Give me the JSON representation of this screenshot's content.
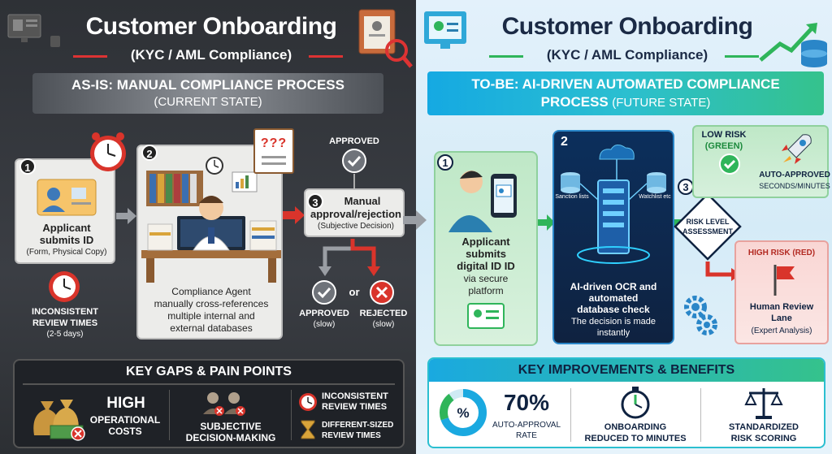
{
  "left": {
    "title": "Customer Onboarding",
    "subtitle": "(KYC / AML Compliance)",
    "banner_title": "AS-IS: MANUAL COMPLIANCE PROCESS",
    "banner_sub": "(CURRENT STATE)",
    "step1": {
      "num": "1",
      "title_1": "Applicant",
      "title_2": "submits ID",
      "detail": "(Form, Physical Copy)"
    },
    "clock_note": {
      "line1": "INCONSISTENT",
      "line2": "REVIEW TIMES",
      "line3": "(2-5 days)"
    },
    "step2": {
      "num": "2",
      "line1": "Compliance Agent",
      "line2": "manually cross-references",
      "line3": "multiple internal and",
      "line4": "external databases",
      "question_marks": "???"
    },
    "step3": {
      "num": "3",
      "line1": "Manual",
      "line2": "approval/rejection",
      "line3": "(Subjective Decision)"
    },
    "approved_top": "APPROVED",
    "outcome_ok": {
      "label": "APPROVED",
      "detail": "(slow)"
    },
    "or_text": "or",
    "outcome_no": {
      "label": "REJECTED",
      "detail": "(slow)"
    },
    "gaps": {
      "title": "KEY GAPS & PAIN POINTS",
      "g1_big": "HIGH",
      "g1_l1": "OPERATIONAL",
      "g1_l2": "COSTS",
      "g2_l1": "SUBJECTIVE",
      "g2_l2": "DECISION-MAKING",
      "g3a_l1": "INCONSISTENT",
      "g3a_l2": "REVIEW TIMES",
      "g3b_l1": "DIFFERENT-SIZED",
      "g3b_l2": "REVIEW TIMES"
    }
  },
  "right": {
    "title": "Customer Onboarding",
    "subtitle": "(KYC / AML Compliance)",
    "banner_title_1": "TO-BE: AI-DRIVEN AUTOMATED COMPLIANCE",
    "banner_title_2": "PROCESS",
    "banner_sub": "(FUTURE STATE)",
    "step1": {
      "num": "1",
      "l1": "Applicant",
      "l2": "submits",
      "l3": "digital ID ID",
      "l4": "via secure",
      "l5": "platform"
    },
    "step2": {
      "num": "2",
      "sanction": "Sanction lists",
      "watchlist": "Watchlist etc",
      "l1": "AI-driven OCR and",
      "l2": "automated",
      "l3": "database check",
      "l4": "The decision is made",
      "l5": "instantly"
    },
    "step3": {
      "num": "3",
      "l1": "RISK LEVEL",
      "l2": "ASSESSMENT"
    },
    "low": {
      "l1": "LOW RISK",
      "l2": "(GREEN)",
      "r1": "AUTO-APPROVED",
      "r2": "SECONDS/MINUTES"
    },
    "high": {
      "l1": "HIGH RISK (RED)",
      "r1": "Human Review",
      "r2": "Lane",
      "r3": "(Expert Analysis)"
    },
    "benefits": {
      "title": "KEY IMPROVEMENTS & BENEFITS",
      "pct_symbol": "%",
      "b1_big": "70%",
      "b1_l1": "AUTO-APPROVAL",
      "b1_l2": "RATE",
      "b2_l1": "ONBOARDING",
      "b2_l2": "REDUCED TO MINUTES",
      "b3_l1": "STANDARDIZED",
      "b3_l2": "RISK SCORING"
    }
  },
  "colors": {
    "red": "#d9342b",
    "green": "#2fb55a",
    "navy": "#0f2240",
    "cyan": "#1aa9e0"
  }
}
